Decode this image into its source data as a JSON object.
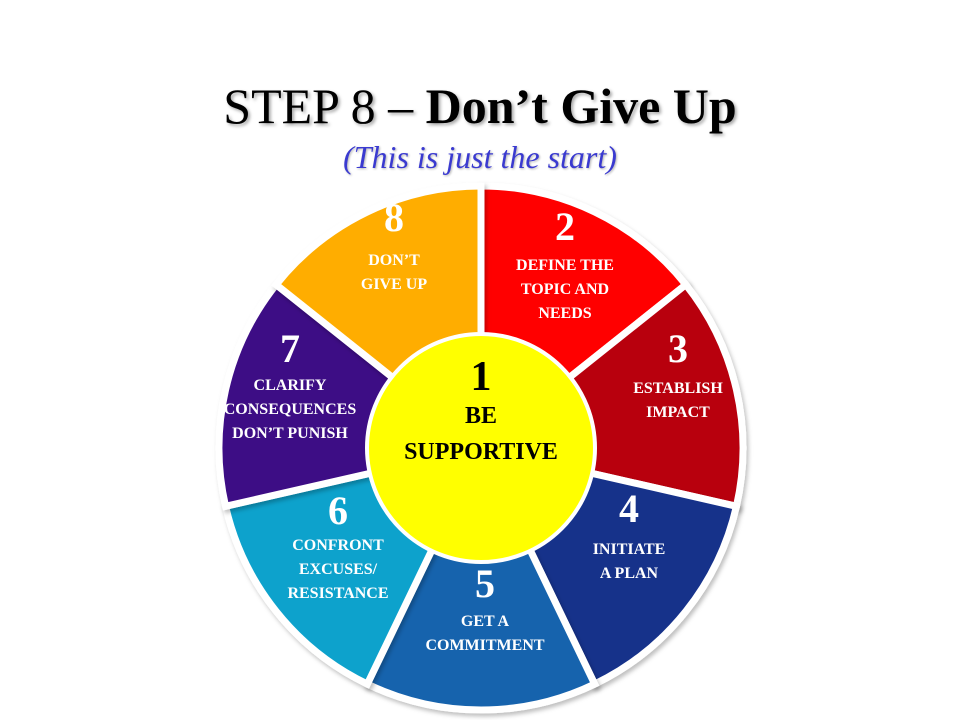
{
  "title": {
    "prefix": "STEP 8 –",
    "emphasis": "Don’t Give Up"
  },
  "subtitle": "(This is just the start)",
  "center": {
    "number": "1",
    "lines": [
      "BE",
      "SUPPORTIVE"
    ],
    "color": "#ffff00"
  },
  "steps": [
    {
      "number": "2",
      "lines": [
        "DEFINE THE",
        "TOPIC AND",
        "NEEDS"
      ],
      "color": "#ff0000"
    },
    {
      "number": "3",
      "lines": [
        "ESTABLISH",
        "IMPACT"
      ],
      "color": "#b8000e"
    },
    {
      "number": "4",
      "lines": [
        "INITIATE",
        "A PLAN"
      ],
      "color": "#14308a"
    },
    {
      "number": "5",
      "lines": [
        "GET A",
        "COMMITMENT"
      ],
      "color": "#1763ad"
    },
    {
      "number": "6",
      "lines": [
        "CONFRONT",
        "EXCUSES/",
        "RESISTANCE"
      ],
      "color": "#0fa2cc"
    },
    {
      "number": "7",
      "lines": [
        "CLARIFY",
        "CONSEQUENCES",
        "DON’T PUNISH"
      ],
      "color": "#3d0b85"
    },
    {
      "number": "8",
      "lines": [
        "DON’T",
        "GIVE UP"
      ],
      "color": "#ffad00"
    }
  ]
}
